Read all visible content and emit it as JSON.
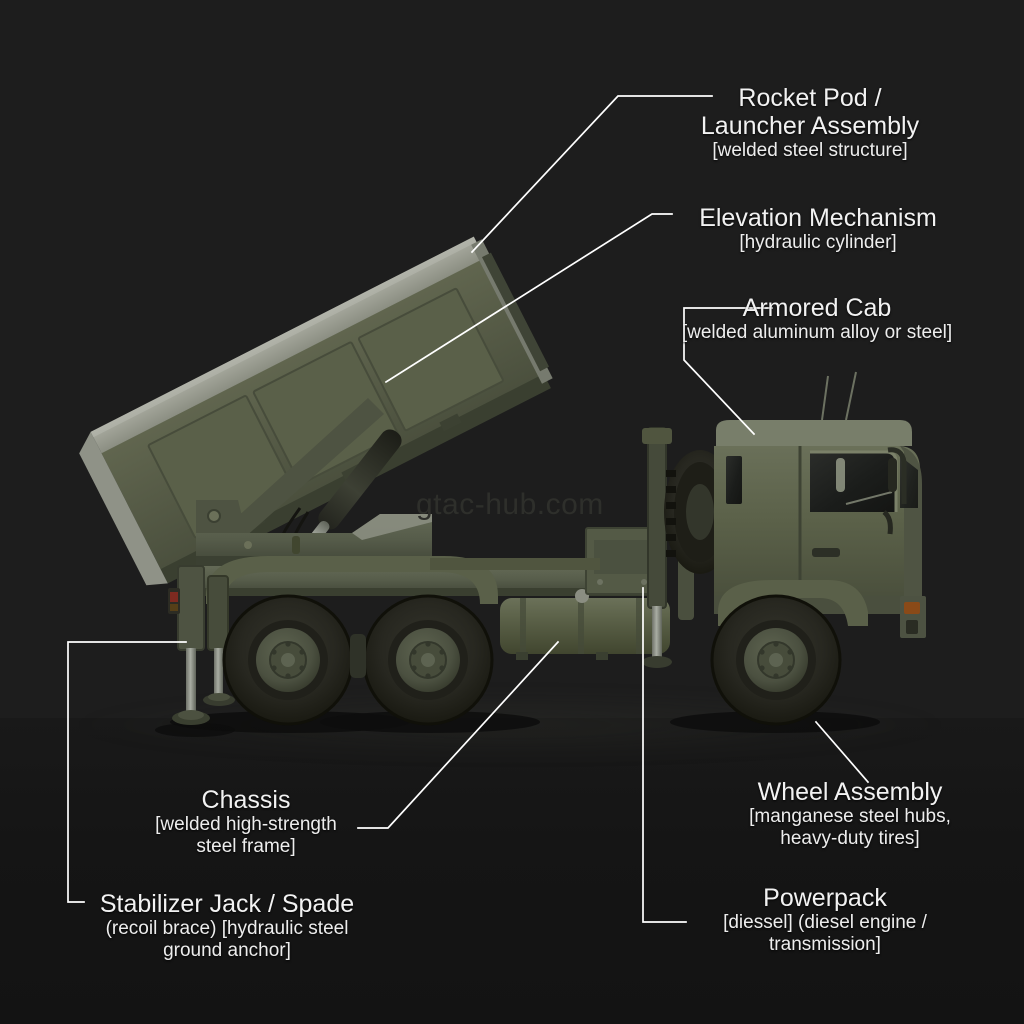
{
  "image": {
    "subject": "Military rocket artillery launcher truck, side view, technical callout diagram",
    "watermark": "gtac-hub.com",
    "background_color": "#1d1d1d",
    "ground_color": "#151515",
    "leader_line_color": "#ffffff",
    "label_text_color": "#f2f2f2",
    "body_color": "#565c4a",
    "body_shadow_color": "#3c4134",
    "body_highlight_color": "#9a9c91",
    "tire_color": "#26261f",
    "hub_color": "#4f5443",
    "taillight_color": "#7e2a20",
    "marker_color": "#c8751f"
  },
  "callouts": [
    {
      "id": "rocket-pod",
      "title": "Rocket Pod /\nLauncher Assembly",
      "subtitle": "[welded steel structure]",
      "align": "center"
    },
    {
      "id": "elevation-mechanism",
      "title": "Elevation Mechanism",
      "subtitle": "[hydraulic cylinder]",
      "align": "center"
    },
    {
      "id": "armored-cab",
      "title": "Armored Cab",
      "subtitle": "[welded aluminum alloy or steel]",
      "align": "center"
    },
    {
      "id": "chassis",
      "title": "Chassis",
      "subtitle": "[welded high-strength\nsteel frame]",
      "align": "center"
    },
    {
      "id": "stabilizer-jack",
      "title": "Stabilizer Jack / Spade",
      "subtitle": "(recoil brace) [hydraulic steel\nground anchor]",
      "align": "center"
    },
    {
      "id": "wheel-assembly",
      "title": "Wheel Assembly",
      "subtitle": "[manganese steel hubs,\nheavy-duty tires]",
      "align": "center"
    },
    {
      "id": "powerpack",
      "title": "Powerpack",
      "subtitle": "[diessel] (diesel engine /\ntransmission]",
      "align": "center"
    }
  ],
  "labels": {
    "rocket_pod": {
      "title": "Rocket Pod /\nLauncher Assembly",
      "subtitle": "[welded steel structure]"
    },
    "elevation": {
      "title": "Elevation Mechanism",
      "subtitle": "[hydraulic cylinder]"
    },
    "armored_cab": {
      "title": "Armored Cab",
      "subtitle": "[welded aluminum alloy or steel]"
    },
    "chassis": {
      "title": "Chassis",
      "subtitle": "[welded high-strength\nsteel frame]"
    },
    "stabilizer": {
      "title": "Stabilizer Jack / Spade",
      "subtitle": "(recoil brace) [hydraulic steel\nground anchor]"
    },
    "wheel": {
      "title": "Wheel Assembly",
      "subtitle": "[manganese steel hubs,\nheavy-duty tires]"
    },
    "powerpack": {
      "title": "Powerpack",
      "subtitle": "[diessel] (diesel engine /\ntransmission]"
    }
  },
  "watermark": {
    "text": "gtac-hub.com"
  }
}
